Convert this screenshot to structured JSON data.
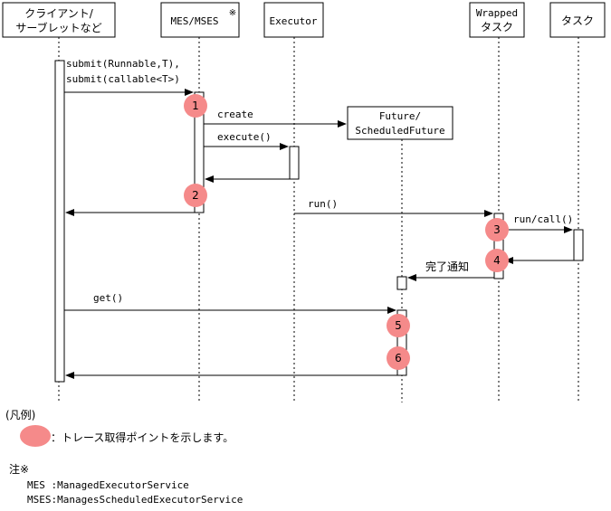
{
  "lifelines": {
    "client_line1": "クライアント/",
    "client_line2": "サーブレットなど",
    "mes": "MES/MSES",
    "mes_note_mark": "※",
    "executor": "Executor",
    "future_line1": "Future/",
    "future_line2": "ScheduledFuture",
    "wrapped_line1": "Wrapped",
    "wrapped_line2": "タスク",
    "task": "タスク"
  },
  "messages": {
    "submit1": "submit(Runnable,T),",
    "submit2": "submit(callable<T>)",
    "create": "create",
    "execute": "execute()",
    "run": "run()",
    "run_call": "run/call()",
    "notify": "完了通知",
    "get": "get()"
  },
  "trace_points": [
    "1",
    "2",
    "3",
    "4",
    "5",
    "6"
  ],
  "legend": {
    "title": "(凡例)",
    "trace_desc": "：トレース取得ポイントを示します。",
    "note_title": "注※",
    "mes_def": "MES :ManagedExecutorService",
    "mses_def": "MSES:ManagesScheduledExecutorService"
  },
  "colors": {
    "trace_point": "#f58a8a",
    "line": "#000000"
  }
}
